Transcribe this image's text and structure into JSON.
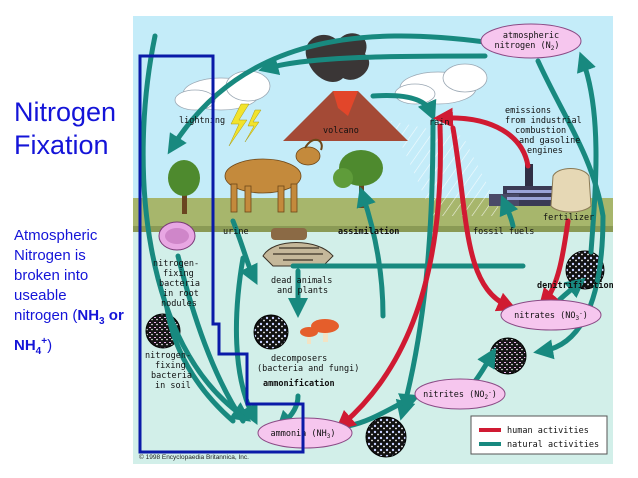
{
  "slide": {
    "title_line1": "Nitrogen",
    "title_line2": "Fixation",
    "body_l1": "Atmospheric",
    "body_l2": "Nitrogen is",
    "body_l3": "broken into",
    "body_l4": "useable",
    "body_l5a": "nitrogen (",
    "body_l5b": "NH",
    "body_l5c": "3",
    "body_l5d": " or",
    "body_l6a": "NH",
    "body_l6b": "4",
    "body_l6c": "+",
    "body_l6d": ")"
  },
  "diagram": {
    "atm1": "atmospheric",
    "atm2": "nitrogen (N",
    "atm2_sub": "2",
    "atm2_end": ")",
    "lightning": "lightning",
    "volcano": "volcano",
    "rain": "rain",
    "em1": "emissions",
    "em2": "from industrial",
    "em3": "combustion",
    "em4": "and gasoline",
    "em5": "engines",
    "urine": "urine",
    "assimilation": "assimilation",
    "fossil": "fossil fuels",
    "fertilizer": "fertilizer",
    "nfr1": "nitrogen-",
    "nfr2": "fixing",
    "nfr3": "bacteria",
    "nfr4": "in root",
    "nfr5": "nodules",
    "da1": "dead animals",
    "da2": "and plants",
    "denit": "denitrification",
    "nitrates": "nitrates (NO",
    "nitrates_sub": "3",
    "nitrates_sup": "-",
    "nitrates_end": ")",
    "nfs1": "nitrogen-",
    "nfs2": "fixing",
    "nfs3": "bacteria",
    "nfs4": "in soil",
    "dec1": "decomposers",
    "dec2": "(bacteria and fungi)",
    "ammonification": "ammonification",
    "nitrites": "nitrites (NO",
    "nitrites_sub": "2",
    "nitrites_sup": "-",
    "nitrites_end": ")",
    "ammonia": "ammonia (NH",
    "ammonia_sub": "3",
    "ammonia_end": ")",
    "legend_human": "human activities",
    "legend_natural": "natural activities",
    "copyright": "© 1998 Encyclopaedia Britannica, Inc."
  },
  "colors": {
    "text_blue": "#1414d8",
    "teal": "#18897f",
    "red": "#d01a32",
    "sky": "#bfe9f8",
    "ground": "#a6b56a",
    "soil": "#cfeee8",
    "pink": "#f4c0ea",
    "frame": "#0a1aa8"
  }
}
